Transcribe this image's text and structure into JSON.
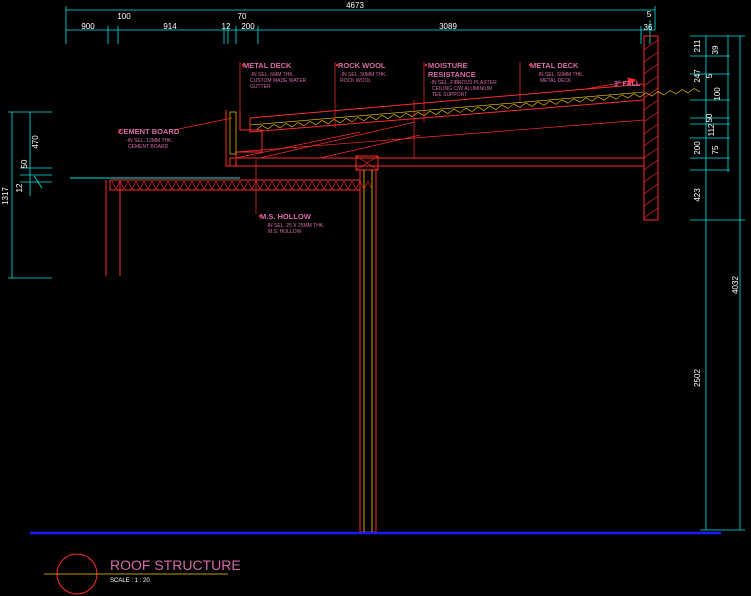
{
  "drawing": {
    "title": "ROOF STRUCTURE",
    "scale": "SCALE : 1 : 20"
  },
  "dimensions": {
    "overall_width": "4673",
    "top": [
      "900",
      "100",
      "914",
      "12",
      "70",
      "200",
      "3089",
      "5",
      "36"
    ],
    "right": [
      "211",
      "39",
      "247",
      "5",
      "100",
      "50",
      "112",
      "200",
      "75",
      "423",
      "4032",
      "2502"
    ],
    "left": [
      "470",
      "50",
      "12",
      "1317"
    ]
  },
  "callouts": [
    {
      "title": "METAL DECK",
      "lines": [
        "-IN SEL. 6MM THK.",
        "CUSTOM MADE WATER",
        "GUTTER"
      ]
    },
    {
      "title": "ROCK WOOL",
      "lines": [
        "-IN SEL. 50MM THK.",
        "ROCK WOOL"
      ]
    },
    {
      "title": "MOISTURE",
      "title2": "RESISTANCE",
      "lines": [
        "-IN SEL. FIBROUS PLASTER",
        "CEILING C/W ALUMINIUM",
        "TEE SUPPORT"
      ]
    },
    {
      "title": "METAL DECK",
      "lines": [
        "-IN SEL. 50MM THK.",
        "METAL DECK"
      ]
    },
    {
      "title": "CEMENT BOARD",
      "lines": [
        "-IN SEL. 12MM THK.",
        "CEMENT BOARD"
      ]
    },
    {
      "title": "M.S. HOLLOW",
      "lines": [
        "-IN SEL. 25 X 25MM THK.",
        "M.S. HOLLOW"
      ]
    }
  ],
  "annotations": {
    "fall": "3° FALL"
  },
  "colors": {
    "structure": "#ff2a2a",
    "accent": "#ffd000",
    "text": "#d86aa8",
    "dimension": "#00e5e5",
    "ground": "#1a1aff"
  }
}
